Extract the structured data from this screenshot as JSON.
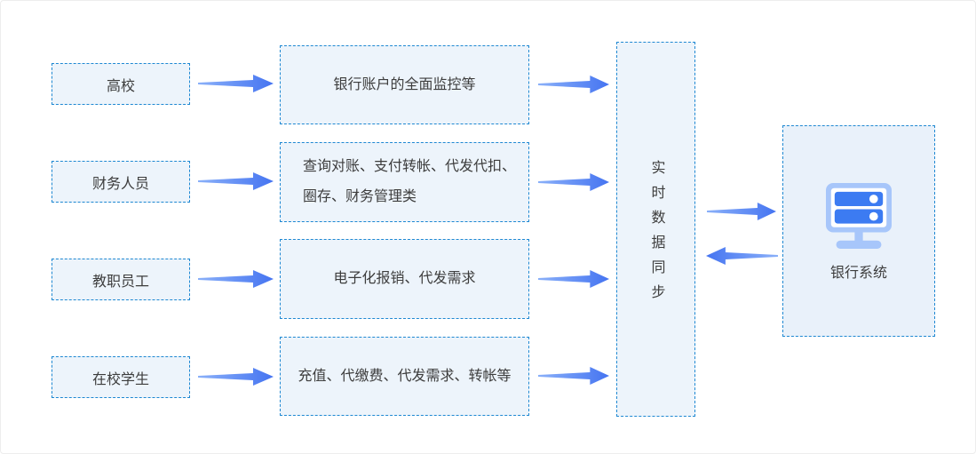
{
  "colors": {
    "canvas_border": "#ededed",
    "box_border": "#1e88d2",
    "box_fill": "#edf4fb",
    "bank_box_fill": "#e9f1fa",
    "text": "#3d3d3d",
    "arrow_light": "#8ab0f9",
    "arrow_dark": "#4574f1",
    "server_light": "#a7c6fa",
    "server_dark": "#3c7bf2"
  },
  "rows": [
    {
      "source": "高校",
      "service_lines": [
        "银行账户的全面监控等"
      ]
    },
    {
      "source": "财务人员",
      "service_lines": [
        "查询对账、支付转帐、代发代扣、",
        "圈存、财务管理类"
      ]
    },
    {
      "source": "教职员工",
      "service_lines": [
        "电子化报销、代发需求"
      ]
    },
    {
      "source": "在校学生",
      "service_lines": [
        "充值、代缴费、代发需求、转帐等"
      ]
    }
  ],
  "sync": {
    "label": "实时数据同步"
  },
  "bank": {
    "label": "银行系统"
  },
  "icons": {
    "server": "server-icon",
    "arrow_right": "arrow-right-icon",
    "arrow_left": "arrow-left-icon"
  }
}
